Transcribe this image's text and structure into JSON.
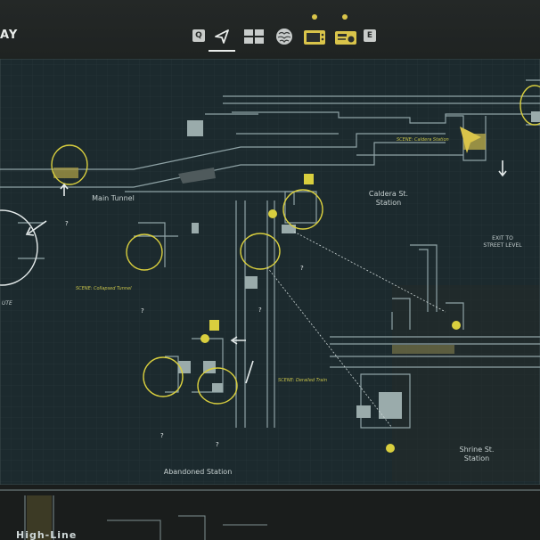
{
  "header": {
    "title_fragment": "AY",
    "key_left": "Q",
    "key_right": "E",
    "tabs": [
      {
        "name": "navigation-tab",
        "icon": "navigation-arrow-icon",
        "active": true
      },
      {
        "name": "grid-tab",
        "icon": "grid-icon",
        "active": false
      },
      {
        "name": "brain-tab",
        "icon": "brain-icon",
        "active": false
      },
      {
        "name": "tv-tab",
        "icon": "tv-icon",
        "active": false,
        "notification": true
      },
      {
        "name": "radio-tab",
        "icon": "radio-icon",
        "active": false,
        "notification": true
      }
    ]
  },
  "map": {
    "labels": {
      "main_tunnel": "Main Tunnel",
      "caldera_st_line1": "Caldera St.",
      "caldera_st_line2": "Station",
      "exit_line1": "EXIT TO",
      "exit_line2": "STREET LEVEL",
      "abandoned_station": "Abandoned Station",
      "shrine_st_line1": "Shrine St.",
      "shrine_st_line2": "Station",
      "left_fragment": "UTE"
    },
    "scenes": {
      "caldera": "SCENE: Caldera Station",
      "collapsed": "SCENE: Collapsed Tunnel",
      "derailed": "SCENE: Derailed Train"
    },
    "marker_question": "?",
    "colors": {
      "highlight": "#d9cf3e",
      "line": "#8fa3a6",
      "room": "#b4c3c5"
    }
  },
  "bottom": {
    "label": "High-Line"
  }
}
